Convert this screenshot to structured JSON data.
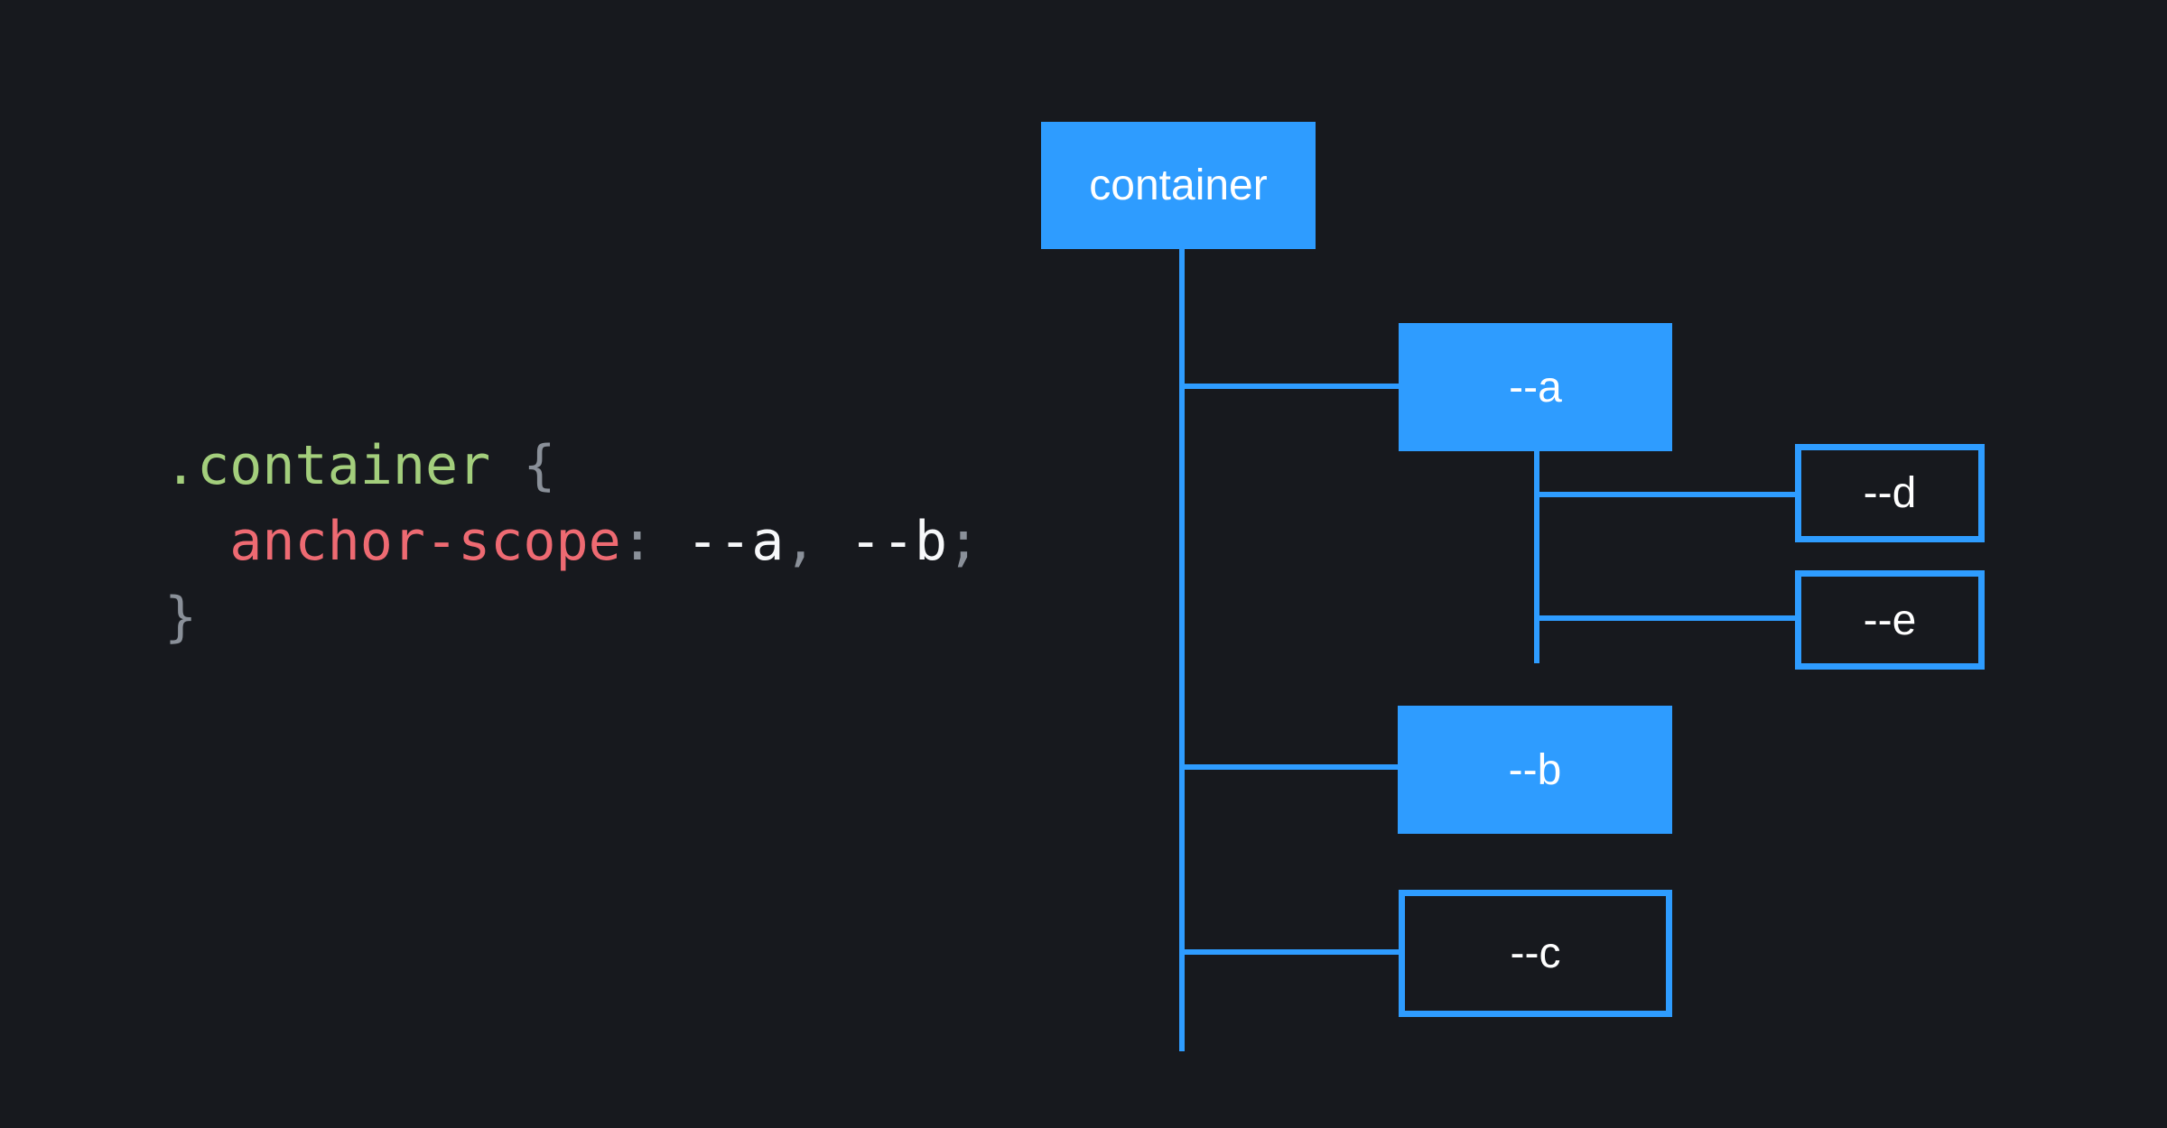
{
  "code": {
    "lines": [
      {
        "tokens": [
          {
            "text": ".container",
            "role": "selector"
          },
          {
            "text": " {",
            "role": "punctuation"
          }
        ]
      },
      {
        "tokens": [
          {
            "text": "  ",
            "role": "indent"
          },
          {
            "text": "anchor-scope",
            "role": "property"
          },
          {
            "text": ": ",
            "role": "punctuation"
          },
          {
            "text": "--a",
            "role": "value"
          },
          {
            "text": ", ",
            "role": "punctuation"
          },
          {
            "text": "--b",
            "role": "value"
          },
          {
            "text": ";",
            "role": "punctuation"
          }
        ]
      },
      {
        "tokens": [
          {
            "text": "}",
            "role": "punctuation"
          }
        ]
      }
    ]
  },
  "tree": {
    "nodes": [
      {
        "label": "container",
        "variant": "filled"
      },
      {
        "label": "--a",
        "variant": "filled"
      },
      {
        "label": "--d",
        "variant": "outlined"
      },
      {
        "label": "--e",
        "variant": "outlined"
      },
      {
        "label": "--b",
        "variant": "filled"
      },
      {
        "label": "--c",
        "variant": "outlined"
      }
    ],
    "edges": [
      {
        "from": "container",
        "to": "--a"
      },
      {
        "from": "container",
        "to": "--b"
      },
      {
        "from": "container",
        "to": "--c"
      },
      {
        "from": "--a",
        "to": "--d"
      },
      {
        "from": "--a",
        "to": "--e"
      }
    ]
  },
  "colors": {
    "background": "#17191E",
    "accent_blue": "#2E9CFF",
    "code_selector_green": "#A3CE7C",
    "code_property_red": "#EE6A72",
    "code_punctuation_gray": "#8A9099",
    "code_value_white": "#F7F8FA",
    "node_label_white": "#FFFFFF"
  }
}
